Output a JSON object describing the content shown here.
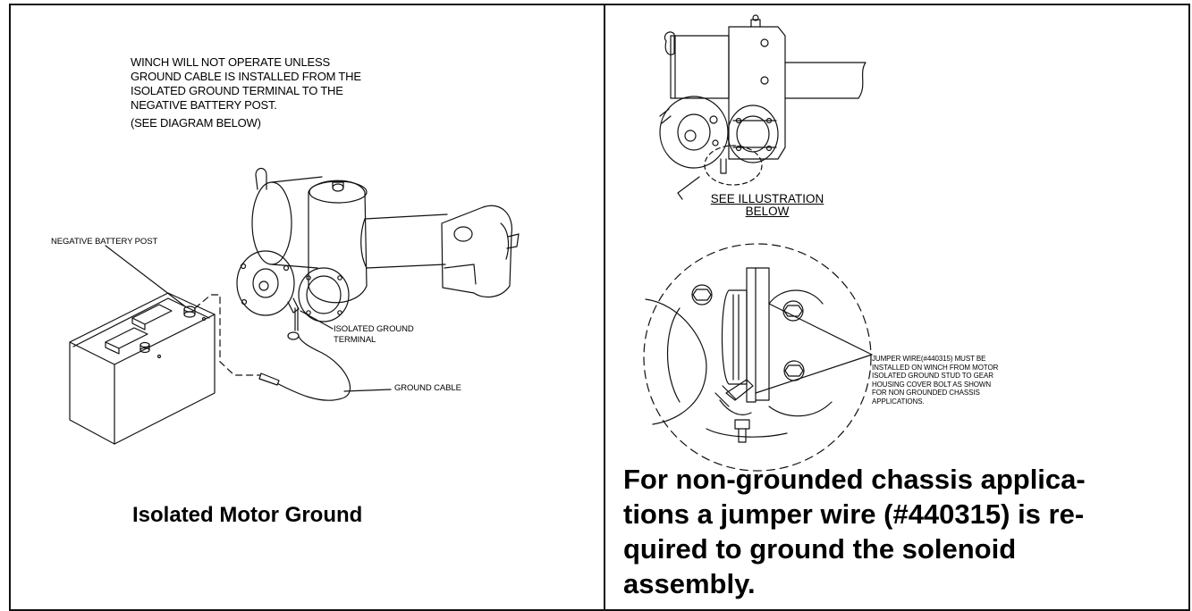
{
  "left_panel": {
    "warning_lines": [
      "WINCH WILL NOT OPERATE UNLESS",
      "GROUND CABLE IS INSTALLED FROM THE",
      "ISOLATED GROUND TERMINAL TO THE",
      "NEGATIVE BATTERY POST."
    ],
    "see_diagram": "(SEE DIAGRAM BELOW)",
    "labels": {
      "negative_battery_post": "NEGATIVE BATTERY POST",
      "isolated_ground_terminal_1": "ISOLATED GROUND",
      "isolated_ground_terminal_2": "TERMINAL",
      "ground_cable": "GROUND CABLE"
    },
    "caption": "Isolated Motor Ground"
  },
  "right_panel": {
    "see_illustration": [
      "SEE ILLUSTRATION",
      "BELOW"
    ],
    "jumper_note_lines": [
      "JUMPER WIRE(#440315) MUST BE",
      "INSTALLED ON WINCH FROM MOTOR",
      "ISOLATED GROUND STUD TO GEAR",
      "HOUSING COVER BOLT AS SHOWN",
      "FOR NON GROUNDED CHASSIS",
      "APPLICATIONS."
    ],
    "caption_lines": [
      "For non-grounded chassis applica-",
      "tions a jumper wire (#440315) is re-",
      "quired to ground the solenoid",
      "assembly."
    ]
  }
}
